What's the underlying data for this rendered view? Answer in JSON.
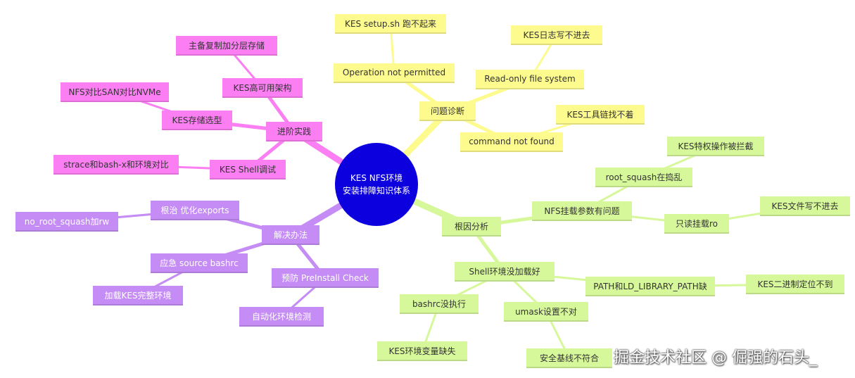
{
  "center": {
    "line1": "KES NFS环境",
    "line2": "安装排障知识体系"
  },
  "colors": {
    "center": "#0d00de",
    "yellow": "#fdfb8e",
    "green": "#d7f89a",
    "purple": "#c48cf4",
    "pink": "#fb7ff2"
  },
  "watermark": "掘金技术社区 @ 倔强的石头_",
  "nodes": [
    {
      "id": "wtzd",
      "label": "问题诊断",
      "parent": "center",
      "color": "yellow"
    },
    {
      "id": "opnp",
      "label": "Operation not permitted",
      "parent": "wtzd",
      "color": "yellow"
    },
    {
      "id": "setup",
      "label": "KES setup.sh 跑不起来",
      "parent": "opnp",
      "color": "yellow"
    },
    {
      "id": "rofs",
      "label": "Read-only file system",
      "parent": "wtzd",
      "color": "yellow"
    },
    {
      "id": "rzbx",
      "label": "KES日志写不进去",
      "parent": "rofs",
      "color": "yellow"
    },
    {
      "id": "cnf",
      "label": "command not found",
      "parent": "wtzd",
      "color": "yellow"
    },
    {
      "id": "gjl",
      "label": "KES工具链找不着",
      "parent": "cnf",
      "color": "yellow"
    },
    {
      "id": "ygfx",
      "label": "根因分析",
      "parent": "center",
      "color": "green"
    },
    {
      "id": "nfsgz",
      "label": "NFS挂载参数有问题",
      "parent": "ygfx",
      "color": "green"
    },
    {
      "id": "rsq",
      "label": "root_squash在捣乱",
      "parent": "nfsgz",
      "color": "green"
    },
    {
      "id": "tqcz",
      "label": "KES特权操作被拦截",
      "parent": "rsq",
      "color": "green"
    },
    {
      "id": "zdgz",
      "label": "只读挂载ro",
      "parent": "nfsgz",
      "color": "green"
    },
    {
      "id": "wjbx",
      "label": "KES文件写不进去",
      "parent": "zdgz",
      "color": "green"
    },
    {
      "id": "shell",
      "label": "Shell环境没加载好",
      "parent": "ygfx",
      "color": "green"
    },
    {
      "id": "path",
      "label": "PATH和LD_LIBRARY_PATH缺",
      "parent": "shell",
      "color": "green"
    },
    {
      "id": "ejz",
      "label": "KES二进制定位不到",
      "parent": "path",
      "color": "green"
    },
    {
      "id": "umask",
      "label": "umask设置不对",
      "parent": "shell",
      "color": "green"
    },
    {
      "id": "aqjx",
      "label": "安全基线不符合",
      "parent": "umask",
      "color": "green"
    },
    {
      "id": "bashrc",
      "label": "bashrc没执行",
      "parent": "shell",
      "color": "green"
    },
    {
      "id": "hjbl",
      "label": "KES环境变量缺失",
      "parent": "bashrc",
      "color": "green"
    },
    {
      "id": "jjbf",
      "label": "解决办法",
      "parent": "center",
      "color": "purple"
    },
    {
      "id": "gz",
      "label": "根治 优化exports",
      "parent": "jjbf",
      "color": "purple"
    },
    {
      "id": "nrs",
      "label": "no_root_squash加rw",
      "parent": "gz",
      "color": "purple"
    },
    {
      "id": "yj",
      "label": "应急 source bashrc",
      "parent": "jjbf",
      "color": "purple"
    },
    {
      "id": "jzwz",
      "label": "加载KES完整环境",
      "parent": "yj",
      "color": "purple"
    },
    {
      "id": "yf",
      "label": "预防 PreInstall Check",
      "parent": "jjbf",
      "color": "purple"
    },
    {
      "id": "zdh",
      "label": "自动化环境检测",
      "parent": "yf",
      "color": "purple"
    },
    {
      "id": "jjsj",
      "label": "进阶实践",
      "parent": "center",
      "color": "pink"
    },
    {
      "id": "gky",
      "label": "KES高可用架构",
      "parent": "jjsj",
      "color": "pink"
    },
    {
      "id": "zbfz",
      "label": "主备复制加分层存储",
      "parent": "gky",
      "color": "pink"
    },
    {
      "id": "cxx",
      "label": "KES存储选型",
      "parent": "jjsj",
      "color": "pink"
    },
    {
      "id": "nfsvs",
      "label": "NFS对比SAN对比NVMe",
      "parent": "cxx",
      "color": "pink"
    },
    {
      "id": "tshell",
      "label": "KES Shell调试",
      "parent": "jjsj",
      "color": "pink"
    },
    {
      "id": "strace",
      "label": "strace和bash-x和环境对比",
      "parent": "tshell",
      "color": "pink"
    }
  ]
}
